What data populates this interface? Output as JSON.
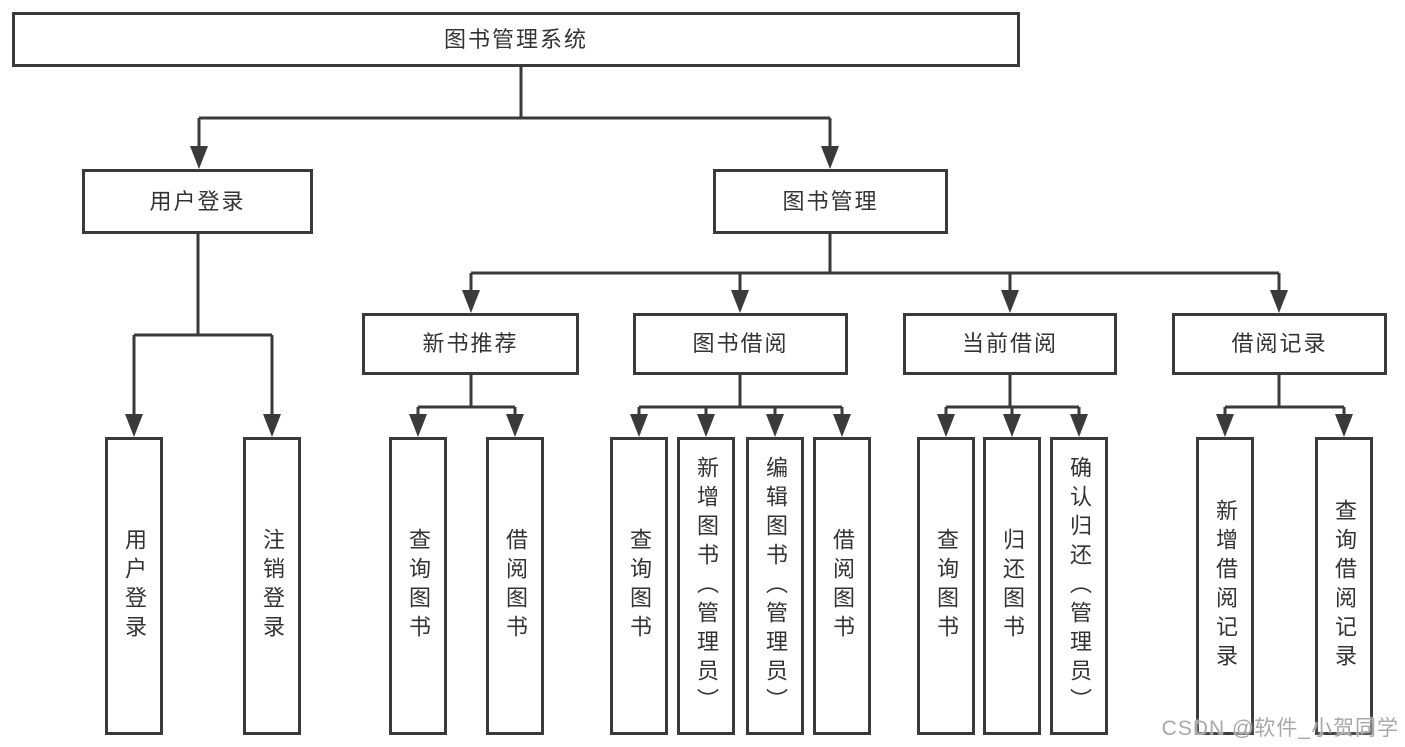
{
  "tree": {
    "root": "图书管理系统",
    "branches": [
      {
        "label": "用户登录",
        "children": [
          {
            "label": "用户登录"
          },
          {
            "label": "注销登录"
          }
        ]
      },
      {
        "label": "图书管理",
        "children": [
          {
            "label": "新书推荐",
            "children": [
              {
                "label": "查询图书"
              },
              {
                "label": "借阅图书"
              }
            ]
          },
          {
            "label": "图书借阅",
            "children": [
              {
                "label": "查询图书"
              },
              {
                "label": "新增图书（管理员）"
              },
              {
                "label": "编辑图书（管理员）"
              },
              {
                "label": "借阅图书"
              }
            ]
          },
          {
            "label": "当前借阅",
            "children": [
              {
                "label": "查询图书"
              },
              {
                "label": "归还图书"
              },
              {
                "label": "确认归还（管理员）"
              }
            ]
          },
          {
            "label": "借阅记录",
            "children": [
              {
                "label": "新增借阅记录"
              },
              {
                "label": "查询借阅记录"
              }
            ]
          }
        ]
      }
    ]
  },
  "watermark": "CSDN @软件_小贺同学",
  "colors": {
    "line": "#3a3a3a",
    "text": "#333333",
    "watermark": "#a8a8a8",
    "background": "#ffffff"
  }
}
